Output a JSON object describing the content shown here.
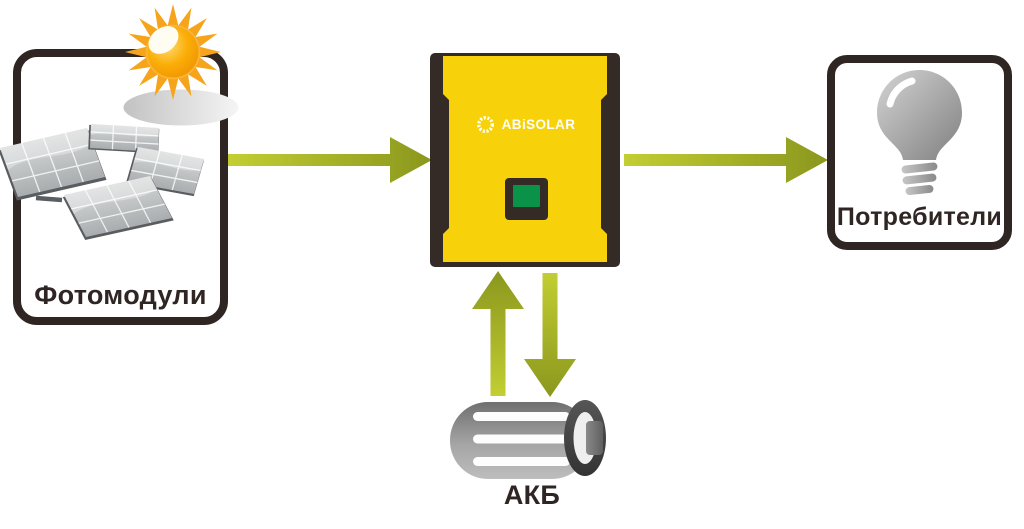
{
  "nodes": {
    "pv": {
      "label": "Фотомодули",
      "icons": [
        "sun-icon",
        "cloud-icon",
        "solar-panels-icon"
      ]
    },
    "inverter": {
      "brand": "ABiSOLAR",
      "icons": [
        "abisolar-logo-sun-icon",
        "inverter-display"
      ]
    },
    "consumers": {
      "label": "Потребители",
      "icons": [
        "light-bulb-icon"
      ]
    },
    "battery": {
      "label": "АКБ",
      "icons": [
        "battery-icon"
      ]
    }
  },
  "flows": [
    {
      "from": "pv",
      "to": "inverter",
      "direction": "right"
    },
    {
      "from": "inverter",
      "to": "consumers",
      "direction": "right"
    },
    {
      "from": "battery",
      "to": "inverter",
      "direction": "up"
    },
    {
      "from": "inverter",
      "to": "battery",
      "direction": "down"
    }
  ],
  "colors": {
    "background": "#FFFFFF",
    "outline_dark": "#2F2623",
    "inverter_yellow": "#F7D20A",
    "arrow_green_light": "#C2CE32",
    "arrow_green_dark": "#8B971D",
    "display_green": "#0A9348",
    "sun_orange": "#F6A41B",
    "panel_gray": "#B9BCBE",
    "bulb_gray": "#9A9A9A",
    "battery_gray": "#8E8E8E"
  }
}
